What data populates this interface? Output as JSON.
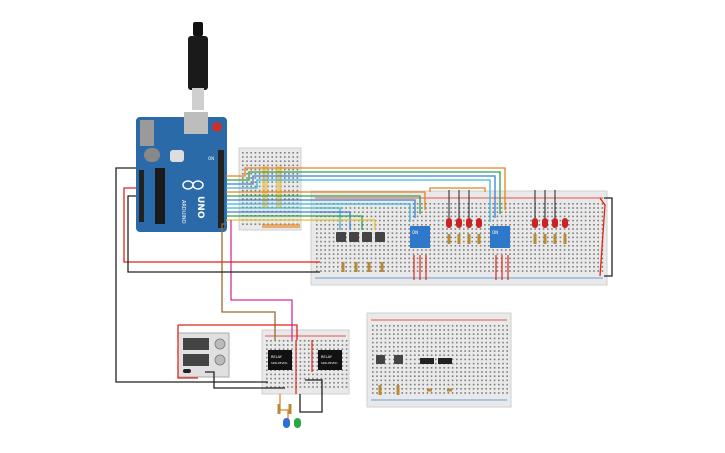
{
  "diagram": {
    "board": {
      "brand": "ARDUINO",
      "model": "UNO",
      "pin_text": "ON",
      "on_led": "L",
      "colors": {
        "pcb": "#2a6aa8",
        "pcb_dark": "#1f5288",
        "silk": "#ffffff",
        "header": "#222222"
      }
    },
    "relays": {
      "label_top": "RELAY",
      "label_bottom": "SRD-05VDC"
    },
    "dip_switch": {
      "label": "ON"
    },
    "wire_colors": {
      "red": "#e0231b",
      "black": "#222222",
      "orange": "#e6831e",
      "green": "#2aa34a",
      "blue": "#3b7fd4",
      "cyan": "#39b6d8",
      "yellow": "#e3c128",
      "magenta": "#d3309a",
      "brown": "#9b6a30",
      "purple": "#7a4fb0"
    },
    "breadboard_color": "#e9e9e9",
    "leds": {
      "red": "#cc2222",
      "blue": "#2f6fd8",
      "green": "#27a844"
    }
  }
}
